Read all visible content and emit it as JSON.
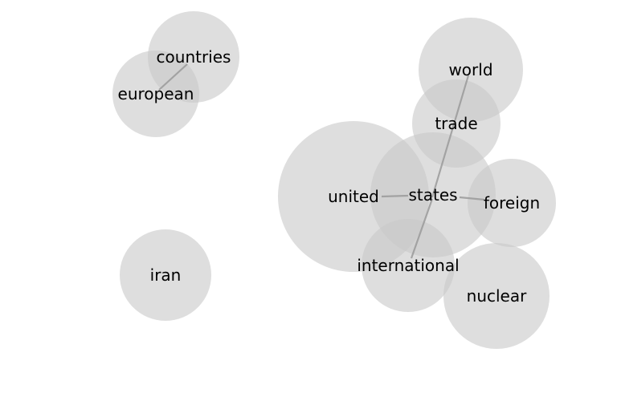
{
  "diagram": {
    "nodes": [
      {
        "id": "countries",
        "label": "countries"
      },
      {
        "id": "european",
        "label": "european"
      },
      {
        "id": "world",
        "label": "world"
      },
      {
        "id": "trade",
        "label": "trade"
      },
      {
        "id": "united",
        "label": "united"
      },
      {
        "id": "states",
        "label": "states"
      },
      {
        "id": "foreign",
        "label": "foreign"
      },
      {
        "id": "international",
        "label": "international"
      },
      {
        "id": "nuclear",
        "label": "nuclear"
      },
      {
        "id": "iran",
        "label": "iran"
      }
    ],
    "edges": [
      {
        "from": "european",
        "to": "countries"
      },
      {
        "from": "states",
        "to": "united"
      },
      {
        "from": "states",
        "to": "world"
      },
      {
        "from": "states",
        "to": "foreign"
      },
      {
        "from": "states",
        "to": "international"
      }
    ],
    "colors": {
      "node_fill": "#c8c8c8",
      "edge": "#9a9a9a",
      "label": "#000000"
    }
  }
}
